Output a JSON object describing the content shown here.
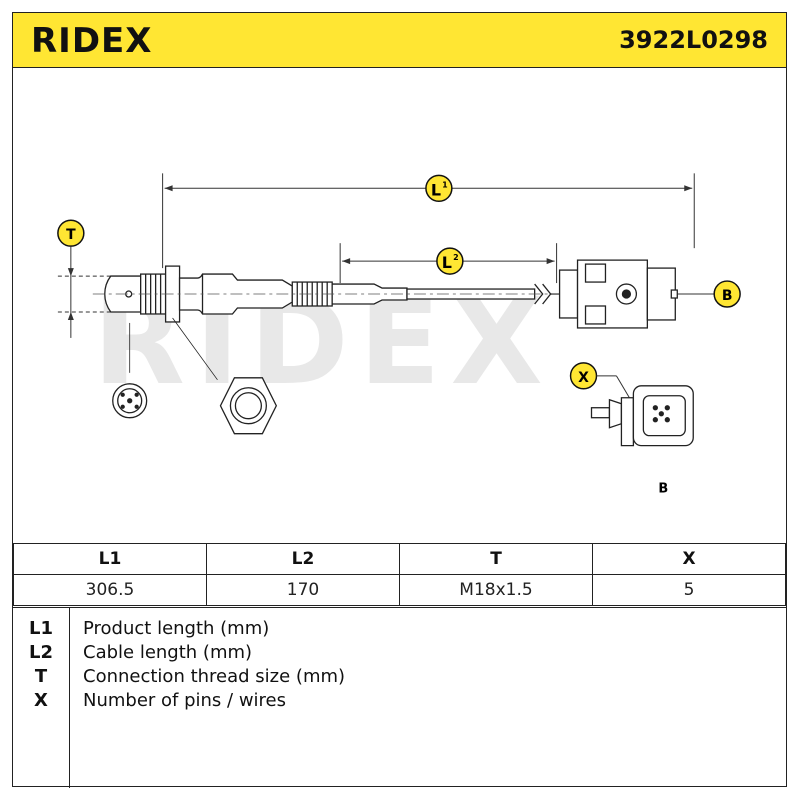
{
  "header": {
    "brand": "RIDEX",
    "part_number": "3922L0298"
  },
  "drawing": {
    "watermark": "RIDEX",
    "labels": {
      "l1": "L",
      "l1_sup": "1",
      "l2": "L",
      "l2_sup": "2",
      "t": "T",
      "b": "B",
      "x": "X",
      "b_caption": "B"
    }
  },
  "specs": {
    "headers": [
      "L1",
      "L2",
      "T",
      "X"
    ],
    "values": [
      "306.5",
      "170",
      "M18x1.5",
      "5"
    ]
  },
  "legend": [
    {
      "key": "L1",
      "text": "Product length (mm)"
    },
    {
      "key": "L2",
      "text": "Cable length (mm)"
    },
    {
      "key": "T",
      "text": "Connection thread size (mm)"
    },
    {
      "key": "X",
      "text": "Number of pins / wires"
    }
  ],
  "colors": {
    "header_bg": "#ffe633",
    "badge_fill": "#ffe633",
    "watermark": "#e8e8e8"
  }
}
